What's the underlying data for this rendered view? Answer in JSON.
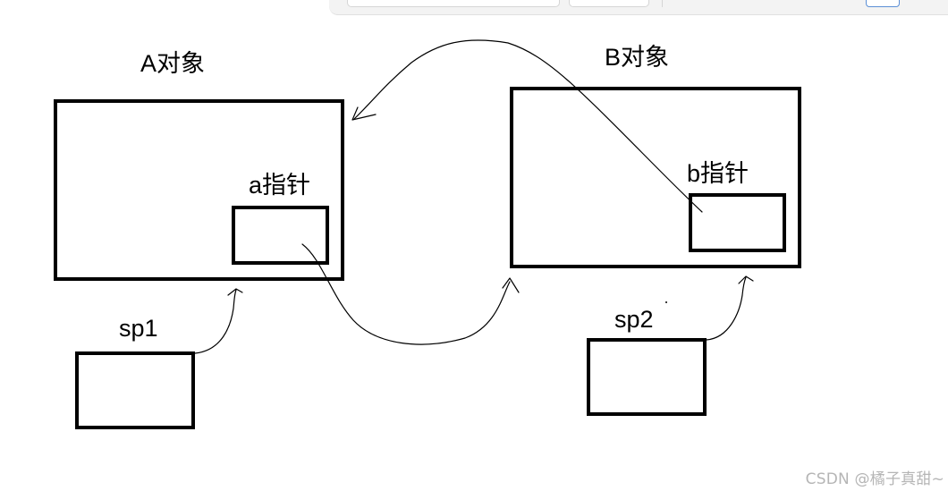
{
  "labels": {
    "object_a": "A对象",
    "object_b": "B对象",
    "pointer_a": "a指针",
    "pointer_b": "b指针",
    "sp1": "sp1",
    "sp2": "sp2"
  },
  "watermark": "CSDN @橘子真甜~"
}
